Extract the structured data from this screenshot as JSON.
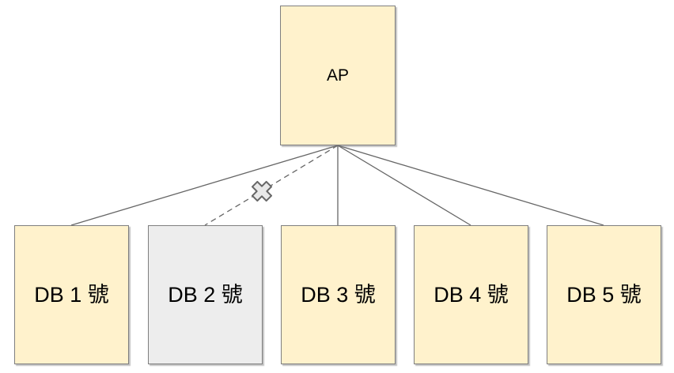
{
  "diagram": {
    "type": "topology-tree",
    "colors": {
      "node_fill": "#FFF2CC",
      "node_fill_disconnected": "#EDEDED",
      "node_border": "#7F7F7F",
      "connector": "#666666",
      "text": "#000000",
      "canvas_bg": "#FFFFFF"
    },
    "root_node": {
      "id": "ap",
      "label": "AP",
      "state": "active"
    },
    "child_nodes": [
      {
        "id": "db1",
        "label": "DB 1 號",
        "state": "active"
      },
      {
        "id": "db2",
        "label": "DB 2 號",
        "state": "disconnected"
      },
      {
        "id": "db3",
        "label": "DB 3 號",
        "state": "active"
      },
      {
        "id": "db4",
        "label": "DB 4 號",
        "state": "active"
      },
      {
        "id": "db5",
        "label": "DB 5 號",
        "state": "active"
      }
    ],
    "connections": [
      {
        "from": "ap",
        "to": "db1",
        "style": "solid"
      },
      {
        "from": "ap",
        "to": "db2",
        "style": "dashed",
        "marker": "x-cross-broken"
      },
      {
        "from": "ap",
        "to": "db3",
        "style": "solid"
      },
      {
        "from": "ap",
        "to": "db4",
        "style": "solid"
      },
      {
        "from": "ap",
        "to": "db5",
        "style": "solid"
      }
    ]
  }
}
